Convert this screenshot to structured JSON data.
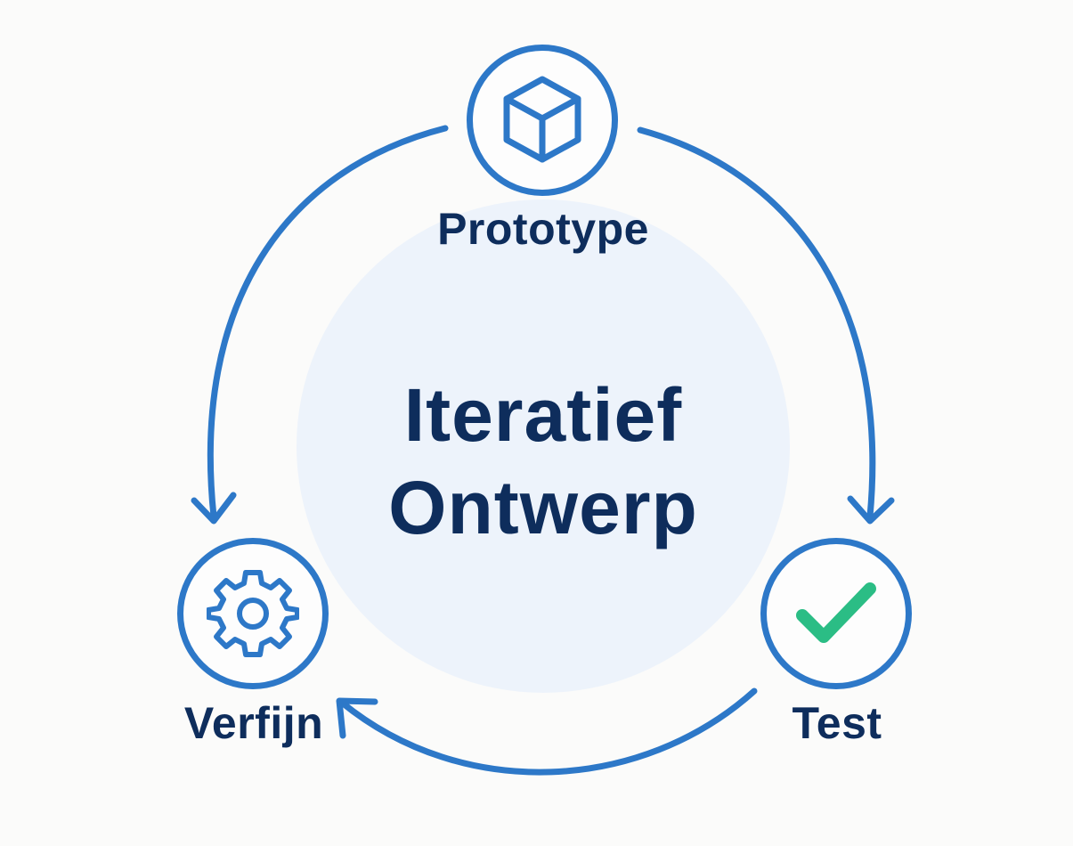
{
  "diagram": {
    "title_line1": "Iteratief",
    "title_line2": "Ontwerp",
    "nodes": [
      {
        "id": "prototype",
        "label": "Prototype",
        "icon": "cube-icon"
      },
      {
        "id": "test",
        "label": "Test",
        "icon": "checkmark-icon"
      },
      {
        "id": "refine",
        "label": "Verfijn",
        "icon": "gear-icon"
      }
    ],
    "flow": [
      "Prototype → Test",
      "Test → Verfijn",
      "Verfijn → Prototype"
    ],
    "colors": {
      "accent": "#2d78c8",
      "text": "#0e2d5c",
      "check": "#2bbd85",
      "center_fill": "#edf3fb",
      "background": "#fbfbfa"
    }
  }
}
